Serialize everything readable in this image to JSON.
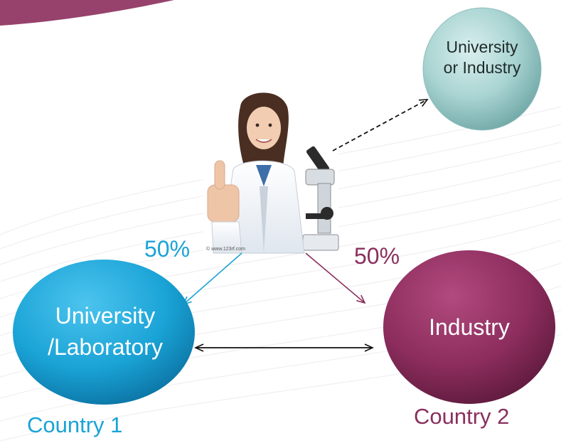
{
  "nodes": {
    "top_right": {
      "line1": "University",
      "line2": "or Industry"
    },
    "left": {
      "line1": "University",
      "line2": "/Laboratory"
    },
    "right": {
      "label": "Industry"
    }
  },
  "percentages": {
    "left": "50%",
    "right": "50%"
  },
  "countries": {
    "left": "Country 1",
    "right": "Country 2"
  },
  "photo": {
    "watermark": "© www.123rf.com",
    "subject": "scientist-with-microscope"
  },
  "colors": {
    "blue": "#1aa3d6",
    "blue_text": "#1aa3d6",
    "purple": "#8c2d5d",
    "purple_text": "#8a2f5f",
    "teal": "#a9d4d2",
    "arrow_dark": "#111111"
  }
}
